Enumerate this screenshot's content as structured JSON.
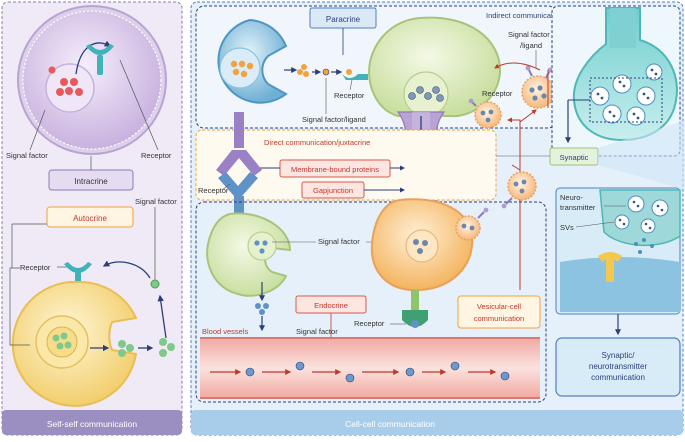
{
  "left_panel": {
    "footer": "Self-self communication",
    "labels": {
      "signal_factor_top": "Signal factor",
      "receptor_top": "Receptor",
      "intracrine": "Intracrine",
      "autocrine": "Autocrine",
      "signal_factor_right": "Signal factor",
      "receptor_mid": "Receptor"
    }
  },
  "right_panel": {
    "footer": "Cell-cell communication",
    "labels": {
      "paracrine": "Paracrine",
      "receptor_paracrine": "Receptor",
      "signal_factor_ligand": "Signal factor/ligand",
      "indirect_communication": "Indirect communication",
      "signal_factor_ligand_right_1": "Signal factor",
      "signal_factor_ligand_right_2": "/ligand",
      "receptor_right": "Receptor",
      "direct_communication": "Direct communication/juxtacrine",
      "membrane_bound": "Membrane-bound proteins",
      "receptor_left": "Receptor",
      "gapjunction": "Gapjunction",
      "synaptic": "Synaptic",
      "neurotransmitter_1": "Neuro-",
      "neurotransmitter_2": "transmitter",
      "svs": "SVs",
      "signal_factor_center": "Signal factor",
      "endocrine": "Endocrine",
      "blood_vessels": "Blood vessels",
      "signal_factor_blood": "Signal factor",
      "receptor_bottom": "Receptor",
      "vesicular_1": "Vesicular-cell",
      "vesicular_2": "communication",
      "synaptic_comm_1": "Synaptic/",
      "synaptic_comm_2": "neurotransmitter",
      "synaptic_comm_3": "communication"
    }
  },
  "colors": {
    "left_bg": "#efeaf6",
    "right_bg": "#e6f0fa",
    "footer_left": "#9b8ec0",
    "footer_right": "#a8cdea",
    "purple_cell": "#d9c6ea",
    "green_cell": "#dbeabb",
    "yellow_cell": "#f6dc8e",
    "orange_cell": "#f8c98a",
    "blue_cell": "#7ab8d8",
    "teal_neuron": "#9fd8d8",
    "blood": "#f3b8b2",
    "red_arrow": "#c0392b",
    "navy_arrow": "#2a3f7a",
    "orange_box": "#f2a23a",
    "red_box": "#d35a4a",
    "purple_box": "#8e7ab8",
    "green_box": "#9cc27a"
  }
}
